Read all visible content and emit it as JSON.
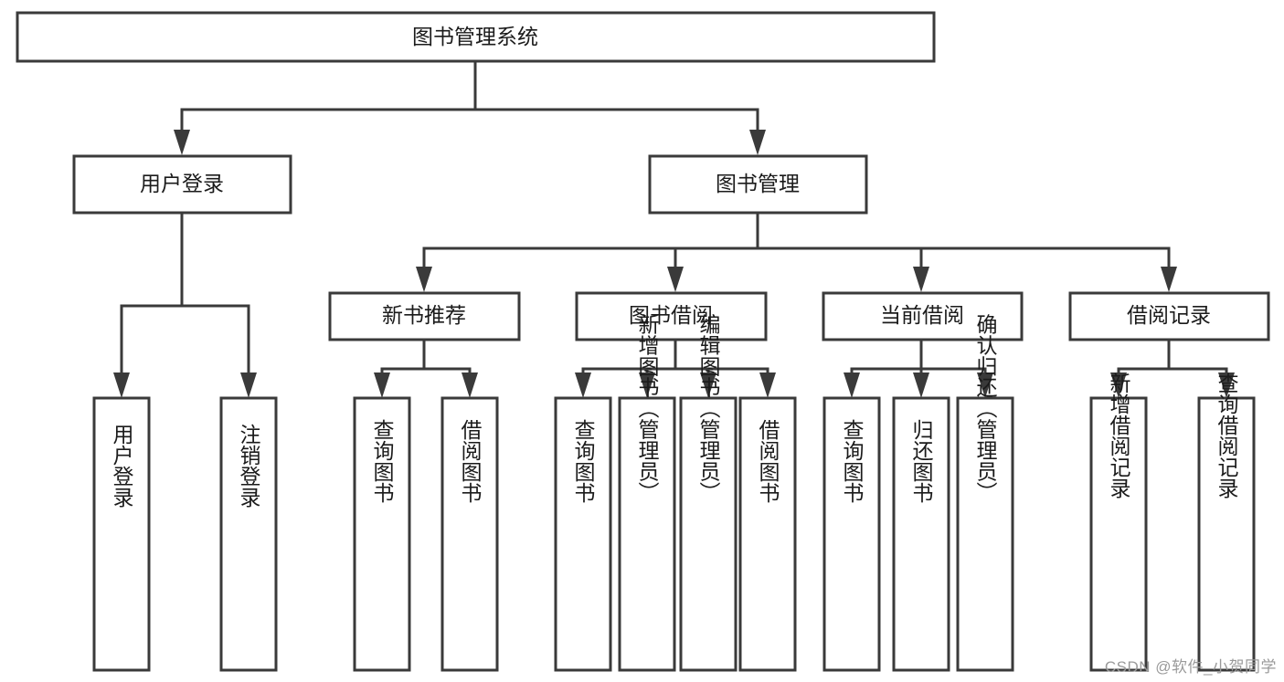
{
  "diagram": {
    "title": "图书管理系统",
    "type": "tree",
    "watermark": "CSDN @软件_小贺同学",
    "colors": {
      "stroke": "#3a3a3a",
      "fill": "#ffffff",
      "text": "#1b1b1b",
      "watermark": "#9a9a9a"
    },
    "levels": {
      "root": {
        "label": "图书管理系统"
      },
      "level2": [
        {
          "label": "用户登录"
        },
        {
          "label": "图书管理"
        }
      ],
      "level3": [
        {
          "label": "新书推荐"
        },
        {
          "label": "图书借阅"
        },
        {
          "label": "当前借阅"
        },
        {
          "label": "借阅记录"
        }
      ],
      "leaves": [
        {
          "label": "用户登录",
          "parent": "用户登录"
        },
        {
          "label": "注销登录",
          "parent": "用户登录"
        },
        {
          "label": "查询图书",
          "parent": "新书推荐"
        },
        {
          "label": "借阅图书",
          "parent": "新书推荐"
        },
        {
          "label": "查询图书",
          "parent": "图书借阅"
        },
        {
          "label": "新增图书（管理员）",
          "parent": "图书借阅"
        },
        {
          "label": "编辑图书（管理员）",
          "parent": "图书借阅"
        },
        {
          "label": "借阅图书",
          "parent": "图书借阅"
        },
        {
          "label": "查询图书",
          "parent": "当前借阅"
        },
        {
          "label": "归还图书",
          "parent": "当前借阅"
        },
        {
          "label": "确认归还（管理员）",
          "parent": "当前借阅"
        },
        {
          "label": "新增借阅记录",
          "parent": "借阅记录"
        },
        {
          "label": "查询借阅记录",
          "parent": "借阅记录"
        }
      ]
    },
    "nodes": {
      "root": "图书管理系统",
      "n_user_login": "用户登录",
      "n_book_manage": "图书管理",
      "n_new_book_rec": "新书推荐",
      "n_book_borrow": "图书借阅",
      "n_current_borrow": "当前借阅",
      "n_borrow_record": "借阅记录",
      "leaf_user_login": "用户登录",
      "leaf_logout": "注销登录",
      "leaf_query_book_1": "查询图书",
      "leaf_borrow_book_1": "借阅图书",
      "leaf_query_book_2": "查询图书",
      "leaf_add_book": "新增图书（管理员）",
      "leaf_edit_book": "编辑图书（管理员）",
      "leaf_borrow_book_2": "借阅图书",
      "leaf_query_book_3": "查询图书",
      "leaf_return_book": "归还图书",
      "leaf_confirm_return": "确认归还（管理员）",
      "leaf_add_record": "新增借阅记录",
      "leaf_query_record": "查询借阅记录"
    }
  }
}
